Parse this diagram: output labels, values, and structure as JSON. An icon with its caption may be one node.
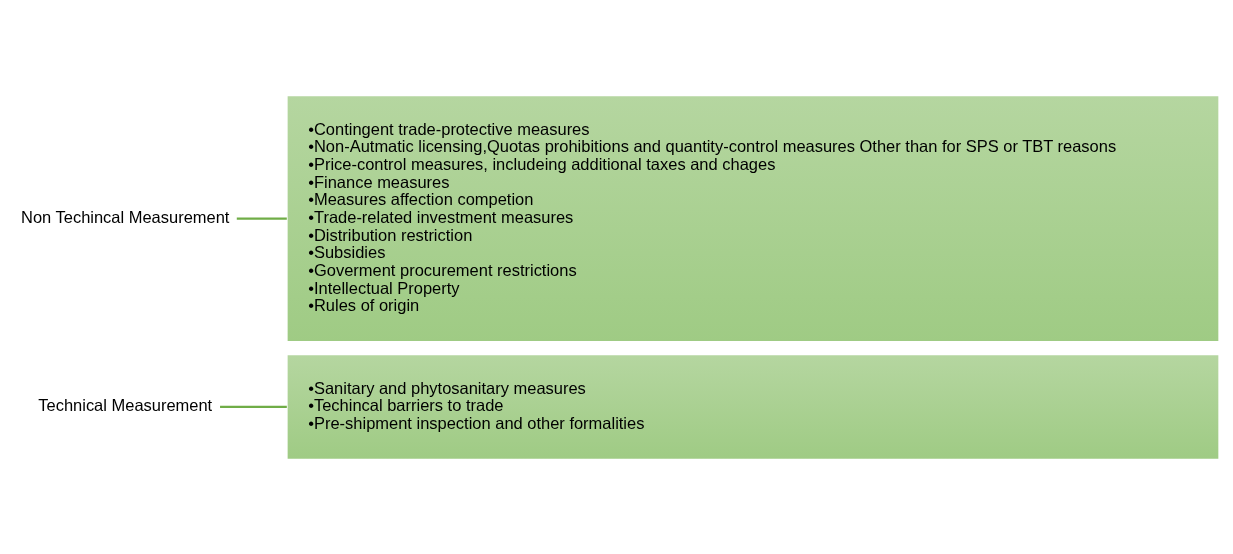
{
  "diagram": {
    "nodes": [
      {
        "text": [
          "Technical Measurement"
        ]
      },
      {
        "text": [
          "•Sanitary and phytosanitary measures",
          "•Techincal barriers to trade",
          "•Pre-shipment inspection and other formalities"
        ]
      },
      {
        "text": [
          "Non Techincal Measurement"
        ]
      },
      {
        "text": [
          "•Contingent trade-protective measures",
          "•Non-Autmatic licensing,Quotas prohibitions and quantity-control measures Other than for SPS or TBT reasons",
          "•Price-control measures, includeing additional taxes and chages",
          "•Finance measures",
          "•Measures affection competion",
          "•Trade-related investment measures",
          "•Distribution restriction",
          "•Subsidies",
          "•Goverment procurement restrictions",
          "•Intellectual Property",
          "•Rules of origin"
        ]
      }
    ],
    "edges": [
      {
        "from": 0,
        "to": 1,
        "arrow": "none"
      },
      {
        "from": 2,
        "to": 3,
        "arrow": "none"
      }
    ]
  }
}
